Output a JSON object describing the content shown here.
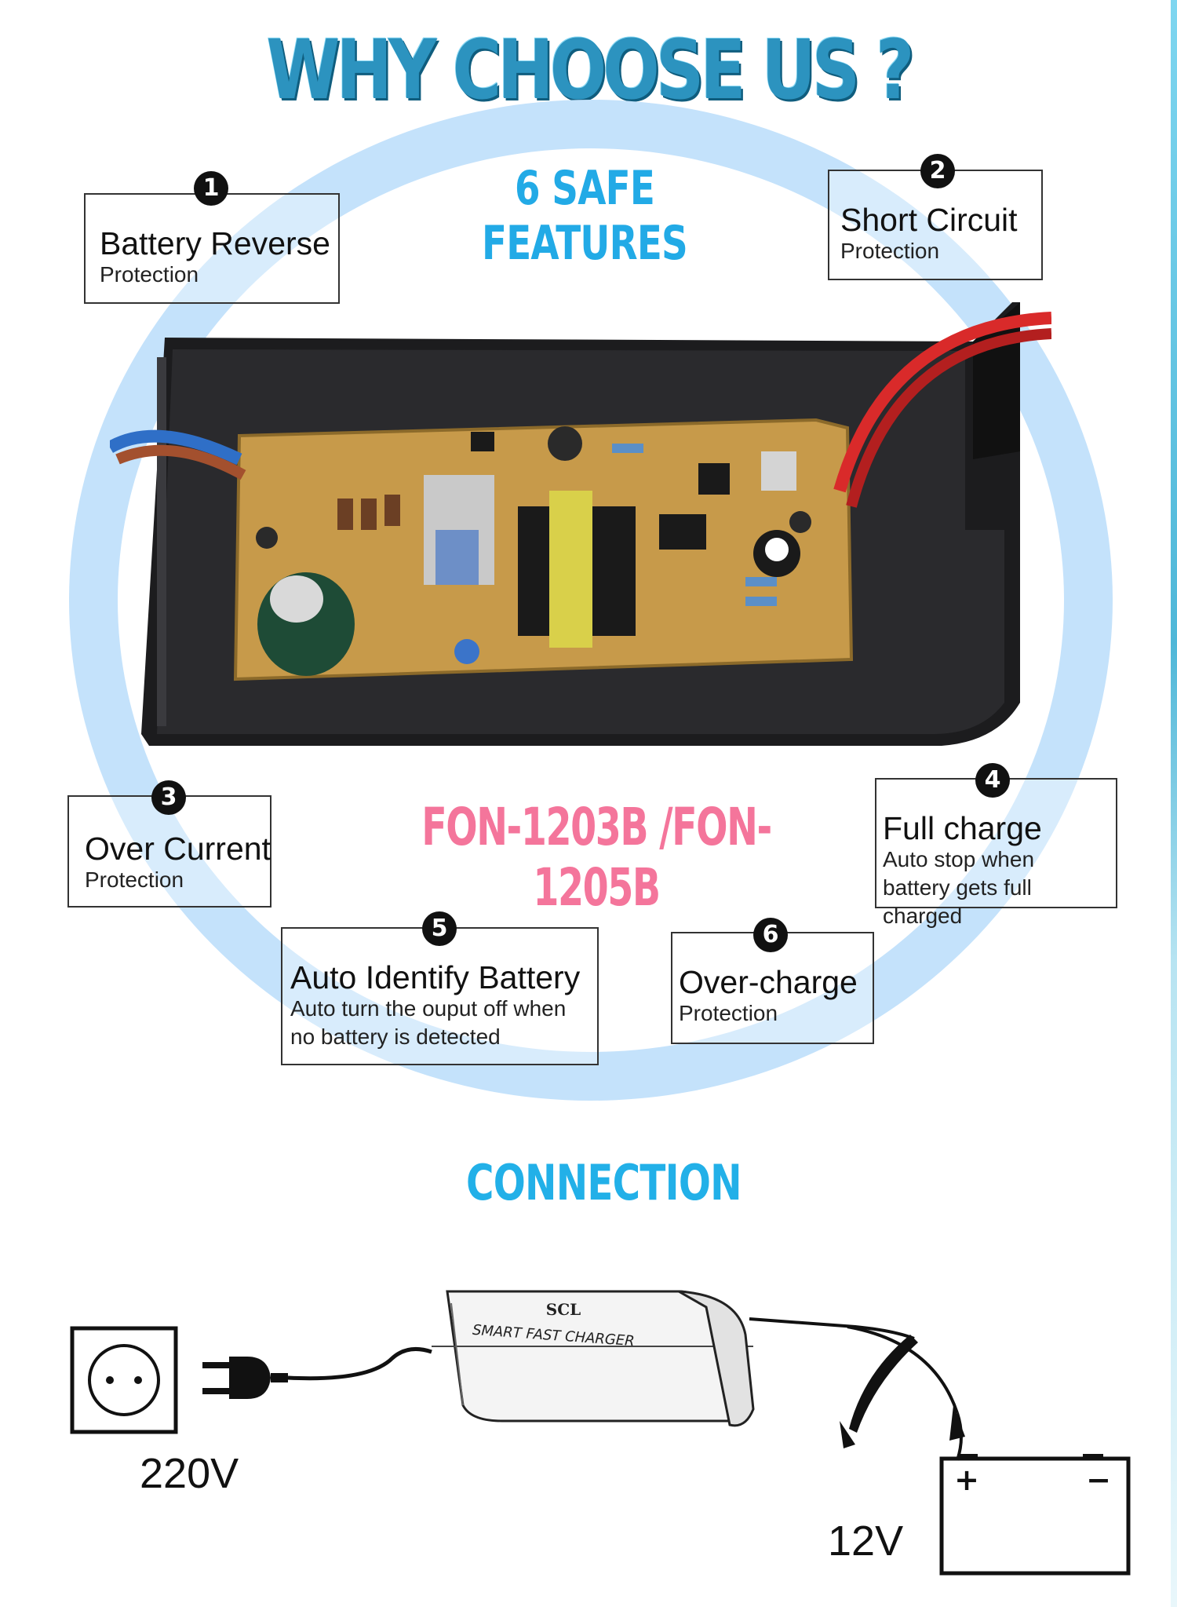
{
  "header": {
    "title": "WHY CHOOSE US ?"
  },
  "features_section": {
    "subtitle": "6  SAFE FEATURES"
  },
  "model_label": "FON-1203B /FON-1205B",
  "features": [
    {
      "number": "1",
      "title": "Battery Reverse",
      "desc": "Protection"
    },
    {
      "number": "2",
      "title": "Short Circuit",
      "desc": "Protection"
    },
    {
      "number": "3",
      "title": "Over Current",
      "desc": "Protection"
    },
    {
      "number": "4",
      "title": "Full charge",
      "desc": "Auto stop when battery gets full charged"
    },
    {
      "number": "5",
      "title": "Auto Identify Battery",
      "desc": "Auto turn the ouput off when no battery is detected"
    },
    {
      "number": "6",
      "title": "Over-charge",
      "desc": "Protection"
    }
  ],
  "connection": {
    "title": "CONNECTION",
    "input_voltage": "220V",
    "output_voltage": "12V",
    "charger_brand": "SCL",
    "charger_label": "SMART FAST CHARGER",
    "battery_plus": "+",
    "battery_minus": "−"
  },
  "colors": {
    "title_blue": "#2c93bf",
    "accent_blue": "#22aae6",
    "ring_blue": "#c4e2fb",
    "model_pink": "#f4759b"
  }
}
